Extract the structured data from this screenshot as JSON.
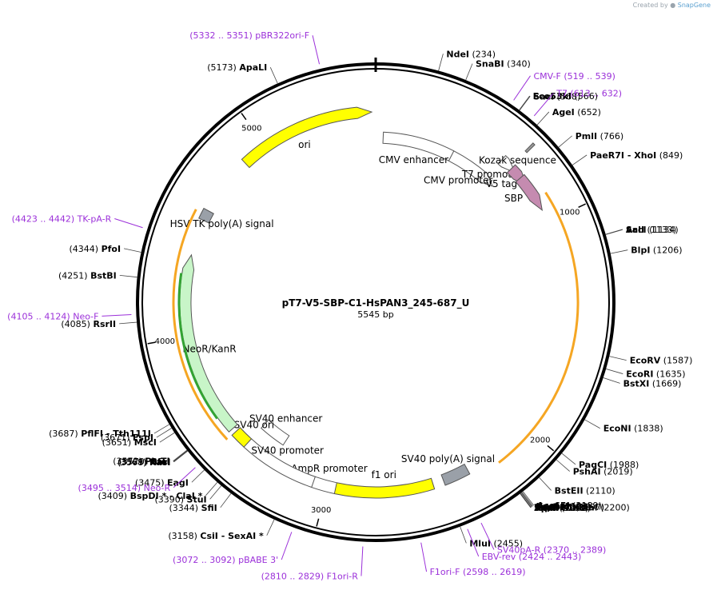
{
  "watermark": {
    "prefix": "Created by",
    "brand": "SnapGene"
  },
  "plasmid": {
    "name": "pT7-V5-SBP-C1-HsPAN3_245-687_U",
    "size": "5545 bp",
    "length": 5545
  },
  "tick_labels": [
    {
      "pos": 1000,
      "label": "1000"
    },
    {
      "pos": 2000,
      "label": "2000"
    },
    {
      "pos": 3000,
      "label": "3000"
    },
    {
      "pos": 4000,
      "label": "4000"
    },
    {
      "pos": 5000,
      "label": "5000"
    }
  ],
  "features": [
    {
      "name": "CMV enhancer",
      "start": 40,
      "end": 420,
      "color": "#ffffff",
      "ring": 2,
      "arrow": true
    },
    {
      "name": "CMV promoter",
      "start": 421,
      "end": 630,
      "color": "#ffffff",
      "ring": 2,
      "arrow": true
    },
    {
      "name": "T7 promoter",
      "start": 640,
      "end": 660,
      "color": "#ffffff",
      "ring": 1,
      "arrow": true
    },
    {
      "name": "V5 tag",
      "start": 700,
      "end": 742,
      "color": "#c58bb0",
      "ring": 1,
      "arrow": true
    },
    {
      "name": "SBP",
      "start": 760,
      "end": 874,
      "color": "#c58bb0",
      "ring": 1,
      "arrow": true
    },
    {
      "name": "Kozak sequence",
      "start": 688,
      "end": 698,
      "color": "#9a9a9a",
      "ring": 0,
      "arrow": false
    },
    {
      "name": "SV40 poly(A) signal",
      "start": 2330,
      "end": 2452,
      "color": "#9aa0a8",
      "ring": 1,
      "arrow": false
    },
    {
      "name": "f1 ori",
      "start": 2503,
      "end": 2958,
      "color": "#ffff00",
      "ring": 1,
      "arrow": true
    },
    {
      "name": "AmpR promoter",
      "start": 2960,
      "end": 3065,
      "color": "#ffffff",
      "ring": 1,
      "arrow": true
    },
    {
      "name": "SV40 promoter",
      "start": 3067,
      "end": 3424,
      "color": "#ffffff",
      "ring": 1,
      "arrow": true
    },
    {
      "name": "SV40 enhancer",
      "start": 3280,
      "end": 3424,
      "color": "#ffffff",
      "ring": 2,
      "arrow": false
    },
    {
      "name": "SV40 ori",
      "start": 3424,
      "end": 3500,
      "color": "#ffff00",
      "ring": 1,
      "arrow": false
    },
    {
      "name": "NeoR/KanR",
      "start": 3520,
      "end": 4314,
      "color": "#c8f5c8",
      "ring": 1,
      "arrow": true
    },
    {
      "name": "HSV TK poly(A) signal",
      "start": 4550,
      "end": 4600,
      "color": "#9aa0a8",
      "ring": 1,
      "arrow": false
    },
    {
      "name": "ori",
      "start": 4880,
      "end": 5460,
      "color": "#ffff00",
      "ring": 1,
      "arrow": true
    }
  ],
  "inner_arcs": [
    {
      "start": 880,
      "end": 2195,
      "color": "#f5a623",
      "arrow": true
    },
    {
      "start": 3500,
      "end": 4580,
      "color": "#f5a623",
      "arrow": true
    },
    {
      "start": 3600,
      "end": 4290,
      "color": "#33a333",
      "arrow": true
    }
  ],
  "primer_marks": [
    {
      "label": "(5332 .. 5351)  pBR322ori-F",
      "pos": 5340
    },
    {
      "label": "CMV-F   (519 .. 539)",
      "pos": 529
    },
    {
      "label": "T7   (613 .. 632)",
      "pos": 622
    },
    {
      "label": "(4423 .. 4442)  TK-pA-R",
      "pos": 4432
    },
    {
      "label": "(4105 .. 4124)  Neo-F",
      "pos": 4114
    },
    {
      "label": "(3495 .. 3514)  Neo-R",
      "pos": 3504
    },
    {
      "label": "(3072 .. 3092)  pBABE 3'",
      "pos": 3082
    },
    {
      "label": "(2810 .. 2829)  F1ori-R",
      "pos": 2819
    },
    {
      "label": "F1ori-F   (2598 .. 2619)",
      "pos": 2608
    },
    {
      "label": "EBV-rev   (2424 .. 2443)",
      "pos": 2433
    },
    {
      "label": "SV40pA-R   (2370 .. 2389)",
      "pos": 2379
    }
  ],
  "site_labels": [
    {
      "name": "NdeI",
      "num": "(234)",
      "pos": 234,
      "side": "right"
    },
    {
      "name": "SnaBI",
      "num": "(340)",
      "pos": 340,
      "side": "right"
    },
    {
      "name": "Eco53kI",
      "num": "(566)",
      "pos": 566,
      "side": "right"
    },
    {
      "name": "SacI",
      "num": "(568)",
      "pos": 568,
      "side": "right"
    },
    {
      "name": "AgeI",
      "num": "(652)",
      "pos": 652,
      "side": "right"
    },
    {
      "name": "PmlI",
      "num": "(766)",
      "pos": 766,
      "side": "right"
    },
    {
      "name": "PaeR7I  - XhoI",
      "num": "(849)",
      "pos": 849,
      "side": "right"
    },
    {
      "name": "SalI",
      "num": "(1133)",
      "pos": 1133,
      "side": "right"
    },
    {
      "name": "AccI",
      "num": "(1134)",
      "pos": 1134,
      "side": "right"
    },
    {
      "name": "BlpI",
      "num": "(1206)",
      "pos": 1206,
      "side": "right"
    },
    {
      "name": "EcoRV",
      "num": "(1587)",
      "pos": 1587,
      "side": "right"
    },
    {
      "name": "EcoRI",
      "num": "(1635)",
      "pos": 1635,
      "side": "right"
    },
    {
      "name": "BstXI",
      "num": "(1669)",
      "pos": 1669,
      "side": "right"
    },
    {
      "name": "EcoNI",
      "num": "(1838)",
      "pos": 1838,
      "side": "right"
    },
    {
      "name": "PaqCI",
      "num": "(1988)",
      "pos": 1988,
      "side": "right"
    },
    {
      "name": "PshAI",
      "num": "(2019)",
      "pos": 2019,
      "side": "right"
    },
    {
      "name": "BstEII",
      "num": "(2110)",
      "pos": 2110,
      "side": "right"
    },
    {
      "name": "Acc65I",
      "num": "(2189)",
      "pos": 2189,
      "side": "right"
    },
    {
      "name": "KpnI",
      "num": "(2193)",
      "pos": 2193,
      "side": "right"
    },
    {
      "name": "SacII",
      "num": "(2196)",
      "pos": 2196,
      "side": "right"
    },
    {
      "name": "PspOMI",
      "num": "(2197)",
      "pos": 2197,
      "side": "right"
    },
    {
      "name": "TspMI  - XmaI",
      "num": "(2200)",
      "pos": 2200,
      "side": "right"
    },
    {
      "name": "ApaI",
      "num": "(2201)",
      "pos": 2201,
      "side": "right"
    },
    {
      "name": "SmaI",
      "num": "(2202)",
      "pos": 2202,
      "side": "right"
    },
    {
      "name": "MluI",
      "num": "(2455)",
      "pos": 2455,
      "side": "right"
    },
    {
      "name": "CsiI   - SexAI *",
      "num": "(3158)",
      "pos": 3158,
      "side": "left"
    },
    {
      "name": "SfiI",
      "num": "(3344)",
      "pos": 3344,
      "side": "left"
    },
    {
      "name": "StuI",
      "num": "(3390)",
      "pos": 3390,
      "side": "left"
    },
    {
      "name": "BspDI *  - ClaI *",
      "num": "(3409)",
      "pos": 3409,
      "side": "left"
    },
    {
      "name": "EagI",
      "num": "(3475)",
      "pos": 3475,
      "side": "left"
    },
    {
      "name": "KasI",
      "num": "(3568)",
      "pos": 3568,
      "side": "left"
    },
    {
      "name": "NarI",
      "num": "(3569)",
      "pos": 3569,
      "side": "left"
    },
    {
      "name": "SfoI",
      "num": "(3570)",
      "pos": 3570,
      "side": "left"
    },
    {
      "name": "PluTI",
      "num": "(3572)",
      "pos": 3572,
      "side": "left"
    },
    {
      "name": "MscI",
      "num": "(3651)",
      "pos": 3651,
      "side": "left"
    },
    {
      "name": "FspI",
      "num": "(3671)",
      "pos": 3671,
      "side": "left"
    },
    {
      "name": "PflFI  - Tth111I",
      "num": "(3687)",
      "pos": 3687,
      "side": "left"
    },
    {
      "name": "RsrII",
      "num": "(4085)",
      "pos": 4085,
      "side": "left"
    },
    {
      "name": "BstBI",
      "num": "(4251)",
      "pos": 4251,
      "side": "left"
    },
    {
      "name": "PfoI",
      "num": "(4344)",
      "pos": 4344,
      "side": "left"
    },
    {
      "name": "ApaLI",
      "num": "(5173)",
      "pos": 5173,
      "side": "left"
    }
  ]
}
